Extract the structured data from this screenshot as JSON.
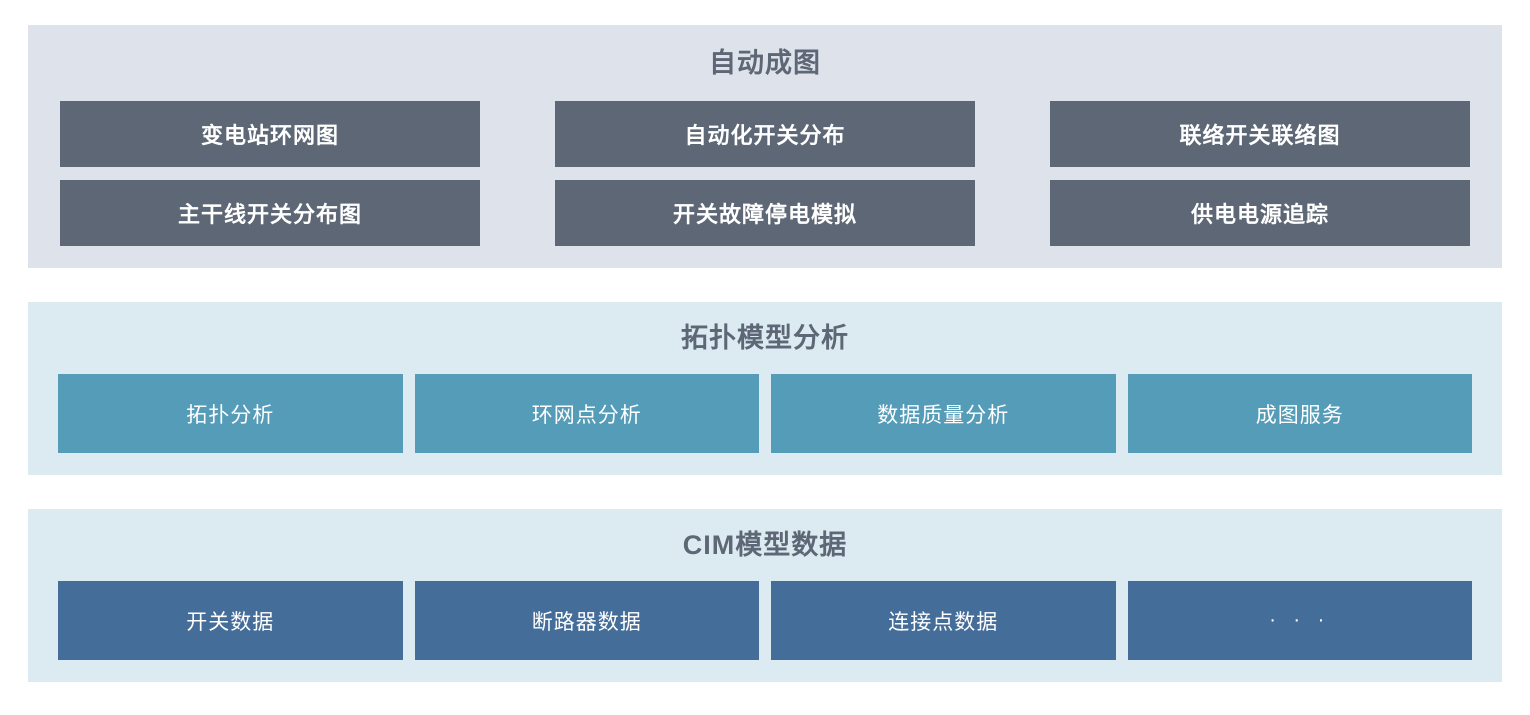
{
  "sections": [
    {
      "id": "auto-mapping",
      "title": "自动成图",
      "bg": "#dee2ea",
      "button_color": "#5e6775",
      "title_color": "#5e6775",
      "buttons": [
        {
          "label": "变电站环网图"
        },
        {
          "label": "自动化开关分布"
        },
        {
          "label": "联络开关联络图"
        },
        {
          "label": "主干线开关分布图"
        },
        {
          "label": "开关故障停电模拟"
        },
        {
          "label": "供电电源追踪"
        }
      ]
    },
    {
      "id": "topology-model-analysis",
      "title": "拓扑模型分析",
      "bg": "#dcebf2",
      "button_color": "#559cb8",
      "title_color": "#5e6775",
      "buttons": [
        {
          "label": "拓扑分析"
        },
        {
          "label": "环网点分析"
        },
        {
          "label": "数据质量分析"
        },
        {
          "label": "成图服务"
        }
      ]
    },
    {
      "id": "cim-model-data",
      "title": "CIM模型数据",
      "bg": "#dcebf2",
      "button_color": "#456d99",
      "title_color": "#5e6775",
      "buttons": [
        {
          "label": "开关数据"
        },
        {
          "label": "断路器数据"
        },
        {
          "label": "连接点数据"
        },
        {
          "label": "· · ·"
        }
      ]
    }
  ]
}
